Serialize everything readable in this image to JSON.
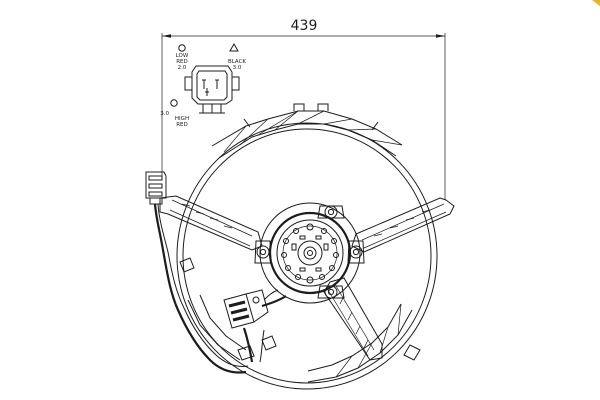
{
  "dimension": {
    "overall_width": "439"
  },
  "connector": {
    "pin_top_left": {
      "label": "LOW",
      "color": "RED",
      "pin": "2.0"
    },
    "pin_top_right": {
      "color": "BLACK",
      "pin": "3.0"
    },
    "pin_bottom_left": {
      "label": "HIGH",
      "color": "RED",
      "pin": "3.0"
    }
  },
  "colors": {
    "line": "#1c1c1c",
    "background": "#ffffff",
    "corner_mark": "#f2b21b"
  }
}
